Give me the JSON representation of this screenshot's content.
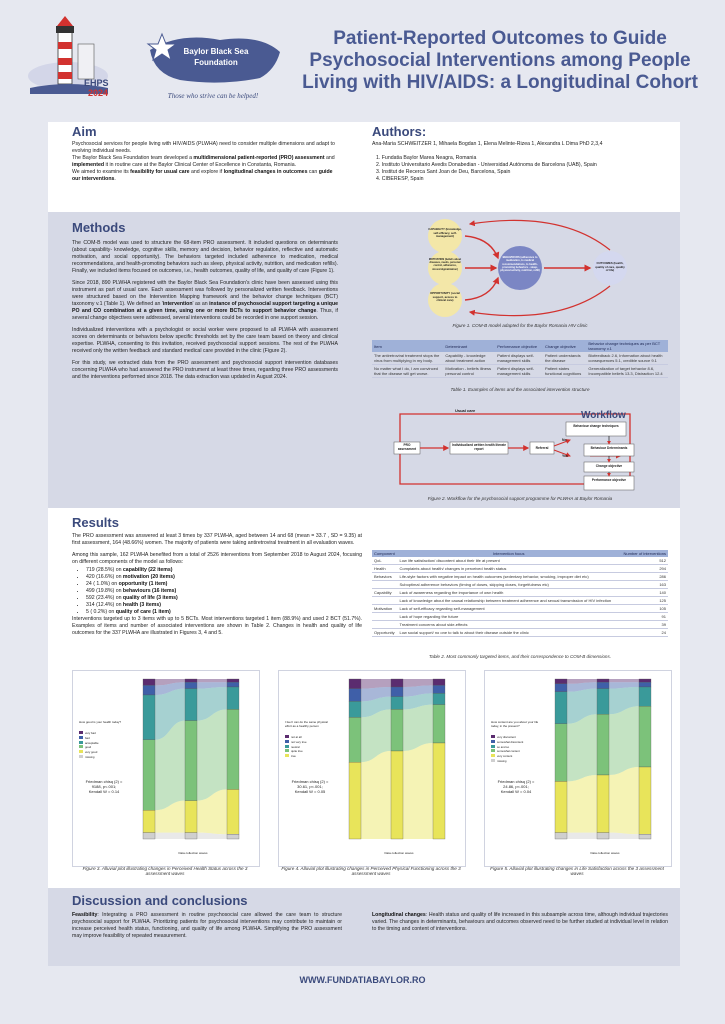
{
  "header": {
    "title": "Patient-Reported Outcomes to Guide Psychosocial Interventions among People Living with HIV/AIDS: a Longitudinal Cohort",
    "ehps_label": "EHPS",
    "ehps_year": "2024",
    "foundation_name": "Baylor Black Sea Foundation",
    "foundation_slogan": "Those who strive can be helped!"
  },
  "aim": {
    "heading": "Aim",
    "p1": "Psychosocial services for people living with HIV/AIDS (PLWHA) need to consider multiple dimensions and adapt to evolving individual needs.",
    "p2a": "The Baylor Black Sea Foundation team developed a ",
    "p2b": "multidimensional patient-reported (PRO) assessment",
    "p2c": " and ",
    "p2d": "implemented",
    "p2e": " it in routine care at the Baylor Clinical Center of Excellence in Constanta, Romania.",
    "p3a": "We aimed to examine its ",
    "p3b": "feasibility for usual care",
    "p3c": " and explore if ",
    "p3d": "longitudinal changes in outcomes",
    "p3e": " can ",
    "p3f": "guide our interventions",
    "p3g": "."
  },
  "authors": {
    "heading": "Authors:",
    "names": "Ana-Maria SCHWEITZER 1, Mihaela Bogdan 1, Elena Melinte-Rizea 1, Alexandra L Dima PhD 2,3,4",
    "affiliations": [
      "1. Fundatia Baylor Marea Neagra, Romania",
      "2. Instituto Universitario Avedis Donabedian - Universidad Autónoma de Barcelona (UAB), Spain",
      "3. Institut de Recerca Sant Joan de Deu, Barcelona, Spain",
      "4. CIBERESP, Spain"
    ]
  },
  "methods": {
    "heading": "Methods",
    "p1": "The COM-B model was used to structure the 68-item PRO assessment. It included questions on determinants (about capability- knowledge, cognitive skills, memory and decision, behavior regulation, reflective and automatic motivation, and social opportunity). The behaviors targeted included adherence to medication, medical recommendations, and health-promoting behaviors such as sleep, physical activity, nutrition, and medication refills). Finally, we included items focused on outcomes, i.e., health outcomes, quality of life, and quality of care (Figure 1).",
    "p2a": "Since 2018, 890 PLWHA registered with the Baylor Black Sea Foundation's clinic have been assessed using this instrument as part of usual care. Each assessment was followed by personalized written feedback. Interventions were structured based on the Intervention Mapping framework and the behavior change techniques (BCT) taxonomy v.1 (Table 1). We defined an '",
    "p2b": "intervention",
    "p2c": "' as an ",
    "p2d": "instance of psychosocial support targeting a unique PO and CO combination at a given time, using one or more BCTs to support behavior change",
    "p2e": ". Thus, if several change objectives were addressed, several interventions could be recorded in one support session.",
    "p3": "Individualized interventions with a psychologist or social worker were proposed to all PLWHA with assessment scores on determinants or behaviors below specific thresholds set by the care team based on theory and clinical expertise. PLWHA, consenting to this invitation, received psychosocial support sessions. The rest of the PLWHA received only the written feedback and standard medical care provided in the clinic (Figure 2).",
    "p4": "For this study, we extracted data from the PRO assessment and psychosocial support intervention databases concerning PLWHA who had answered the PRO instrument at least three times, regarding three PRO assessments and the interventions performed since 2018. The data extraction was updated in August 2024."
  },
  "figure1": {
    "capability": "CAPABILITY (knowledge, self-efficacy, self-management)",
    "motivation": "MOTIVATION (beliefs about diseases, needs, personal control, adherence, stress/stigmatization)",
    "opportunity": "OPPORTUNITY (social support, access to clinical care)",
    "behaviour": "BEHAVIOURS (adherence to medication, to medical recommendations, to health-promoting behaviors - sleep, physical activity, nutrition, refill)",
    "outcomes": "OUTCOMES (health, quality of care, quality of life)",
    "caption": "Figure 1. COM-B model adapted for the Baylor Romania HIV clinic"
  },
  "table1": {
    "headers": [
      "Item",
      "Determinant",
      "Performance objective",
      "Change objective",
      "Behavior change techniques as per BCT taxonomy v.1"
    ],
    "rows": [
      [
        "The antiretroviral treatment stops the virus from multiplying in my body.",
        "Capability - knowledge about treatment action",
        "Patient displays self-management skills",
        "Patient understands the disease",
        "Biofeedback 2.6, Information about health consequences 5.1, credible source 9.1"
      ],
      [
        "No matter what I do, I am convinced that the disease will get worse.",
        "Motivation - beliefs illness personal control",
        "Patient displays self-management skills",
        "Patient states functional cognitions",
        "Generalization of target behavior 8.6, Incompatible beliefs 13.3, Distraction 12.4"
      ]
    ],
    "caption": "Table 1. Examples of items and the associated intervention structure"
  },
  "figure2": {
    "workflow_title": "Workflow",
    "usual_care": "Usual care",
    "pro_assessment": "PRO assessment",
    "feedback": "Individualized written health literate report",
    "referral": "Referral",
    "no": "No",
    "yes": "Yes",
    "bct": "Behaviour change techniques",
    "determinants": "Behaviour Determinants",
    "change_objective": "Change objective",
    "performance_objective": "Performance objective",
    "caption": "Figure 2. Workflow for the psychosocial support programme for PLWHA at Baylor Romania"
  },
  "results": {
    "heading": "Results",
    "p1": "The PRO assessment was answered at least 3 times by 337 PLWHA, aged between 14 and 68 (mean = 33.7 , SD = 9.35) at first assessment, 164 (48.66%) women. The majority of patients were taking antiretroviral treatment in all evaluation waves.",
    "p2": "Among this sample, 162 PLWHA benefited from a total of 2526 interventions from September 2018 to August 2024, focusing on different components of the model as follows:",
    "bullets": [
      {
        "a": "719 (28.5%) on ",
        "b": "capability (22 items)"
      },
      {
        "a": "420 (16.6%) on ",
        "b": "motivation (20 items)"
      },
      {
        "a": "24 ( 1.0%) on ",
        "b": "opportunity (1 item)"
      },
      {
        "a": "499 (19.8%) on ",
        "b": "behaviours (16 items)"
      },
      {
        "a": "592 (23.4%) on ",
        "b": "quality of life (3 items)"
      },
      {
        "a": "314 (12.4%) on ",
        "b": "health (3 items)"
      },
      {
        "a": "5 ( 0.2%) on ",
        "b": "quality of care (1 item)"
      }
    ],
    "p3": "Interventions targeted up to 3 items with up to 5 BCTs. Most interventions targeted 1 item (88.9%) and used 2 BCT (51.7%). Examples of items and number of associated interventions are shown in Table 2. Changes in health and quality of life outcomes for the 337 PLWHA are illustrated in Figures 3, 4 and 5."
  },
  "table2": {
    "headers": [
      "Component",
      "Intervention focus",
      "Number of interventions"
    ],
    "rows": [
      [
        "QoL",
        "Low life satisfaction/ discontent about their life at present",
        "512"
      ],
      [
        "Health",
        "Complaints about health/ changes in perceived health status",
        "294"
      ],
      [
        "Behaviors",
        "Life-style factors with negative impact on health outcomes (sedentary behavior, smoking, improper diet etc)",
        "286"
      ],
      [
        "",
        "Suboptimal adherence behaviors (timing of doses, skipping doses, forgetfulness etc)",
        "163"
      ],
      [
        "Capability",
        "Lack of awareness regarding the importance of own health",
        "140"
      ],
      [
        "",
        "Lack of knowledge about the causal relationship between treatment adherence and sexual transmission of HIV infection",
        "125"
      ],
      [
        "Motivation",
        "Lack of self-efficacy regarding self-management",
        "105"
      ],
      [
        "",
        "Lack of hope regarding the future",
        "91"
      ],
      [
        "",
        "Treatment concerns about side-effects",
        "39"
      ],
      [
        "Opportunity",
        "Low social support/ no one to talk to about their disease outside the clinic",
        "24"
      ]
    ],
    "caption": "Table 2. Most commonly targeted items, and their correspondence to COM-B dimensions."
  },
  "figure3": {
    "legend_title": "How good is your health today?",
    "legend": [
      "very bad",
      "bad",
      "acceptable",
      "good",
      "very good",
      "missing"
    ],
    "stats": [
      "Friedman chisq (2) =",
      "9188, p<.001;",
      "Kendall W = 0.14"
    ],
    "xlabel": "Data collection waves",
    "caption": "Figure 3. Alluvial plot illustrating changes in Perceived Health Status across the 3 assessment waves"
  },
  "figure4": {
    "legend_title": "I feel I can do the same physical effort as a healthy person",
    "legend": [
      "not at all",
      "not very true",
      "neutral",
      "quite true",
      "true"
    ],
    "stats": [
      "Friedman chisq (2) =",
      "30.61, p<.001;",
      "Kendall W = 0.05"
    ],
    "xlabel": "Data collection waves",
    "caption": "Figure 4. Alluvial plot illustrating changes in Perceived Physical Functioning across the 3 assessment waves"
  },
  "figure5": {
    "legend_title": "How content are you about your life today, in the present?",
    "legend": [
      "very discontent",
      "somewhat discontent",
      "so and so",
      "somewhat content",
      "very content",
      "missing"
    ],
    "stats": [
      "Friedman chisq (2) =",
      "24.86, p<.001;",
      "Kendall W = 0.04"
    ],
    "xlabel": "Data collection waves",
    "caption": "Figure 5. Alluvial plot illustrating changes in Life Satisfaction across the 3 assessment waves"
  },
  "discussion": {
    "heading": "Discussion and conclusions",
    "left_a": "Feasibility",
    "left_b": ": Integrating a PRO assessment in routine psychosocial care allowed the care team to structure psychosocial support for PLWHA. Prioritizing patients for psychosocial interventions may contribute to maintain or increase perceived health status, functioning, and quality of life among PLWHA. Simplifying the PRO assessment may improve feasibility of repeated measurement.",
    "right_a": "Longitudinal changes",
    "right_b": ": Health status and quality of life increased in this subsample across time, although individual trajectories varied. The changes in determinants, behaviours and outcomes observed need to be further studied at individual level in relation to the timing and content of interventions."
  },
  "footer": {
    "url": "WWW.FUNDATIABAYLOR.RO"
  },
  "colors": {
    "heading": "#3b4a7c",
    "title": "#4a5a92",
    "accent_red": "#d2322f",
    "table_header": "#9fb1d8"
  }
}
